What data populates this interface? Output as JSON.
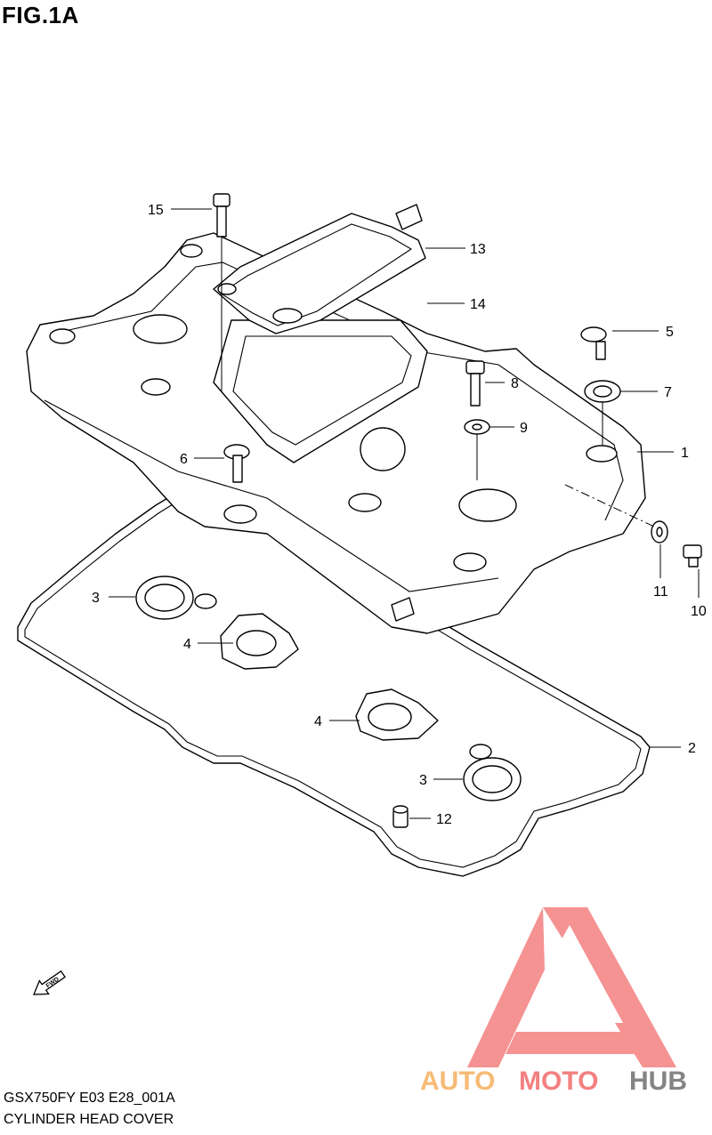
{
  "figure": {
    "title": "FIG.1A"
  },
  "callouts": [
    {
      "number": "1"
    },
    {
      "number": "2"
    },
    {
      "number": "3"
    },
    {
      "number": "3"
    },
    {
      "number": "4"
    },
    {
      "number": "4"
    },
    {
      "number": "5"
    },
    {
      "number": "6"
    },
    {
      "number": "7"
    },
    {
      "number": "8"
    },
    {
      "number": "9"
    },
    {
      "number": "10"
    },
    {
      "number": "11"
    },
    {
      "number": "12"
    },
    {
      "number": "13"
    },
    {
      "number": "14"
    },
    {
      "number": "15"
    }
  ],
  "direction_marker": {
    "label": "FWD"
  },
  "watermark": {
    "text_auto": "AUTO",
    "text_moto": "MOTO",
    "text_hub": "HUB",
    "color_red": "#f26b6b",
    "color_orange": "#f5b060",
    "color_grey": "#6f6f6f"
  },
  "footer": {
    "code": "GSX750FY E03 E28_001A",
    "name": "CYLINDER HEAD COVER"
  }
}
